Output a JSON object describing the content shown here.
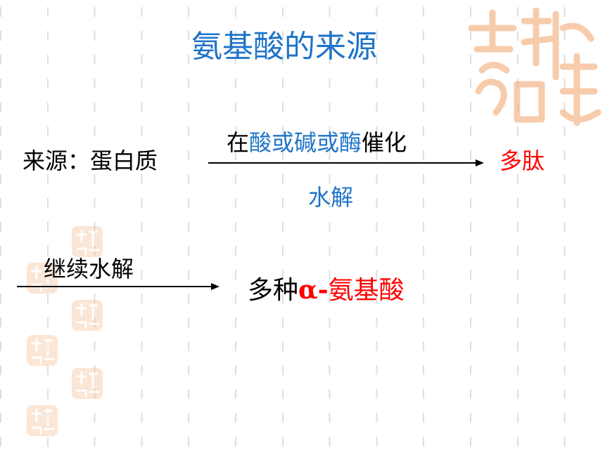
{
  "title": "氨基酸的来源",
  "line1": {
    "prefix": "来源：蛋白质",
    "above_pre": "在",
    "above_blue": "酸或碱或酶",
    "above_post": "催化",
    "below": "水解",
    "result": "多肽"
  },
  "line2": {
    "above": "继续水解",
    "result_pre": "多种",
    "result_greek": "α-",
    "result_red": "氨基酸"
  },
  "colors": {
    "title": "#1f74c8",
    "accent_red": "#ff0000",
    "seal_orange": "#f2a36a"
  }
}
